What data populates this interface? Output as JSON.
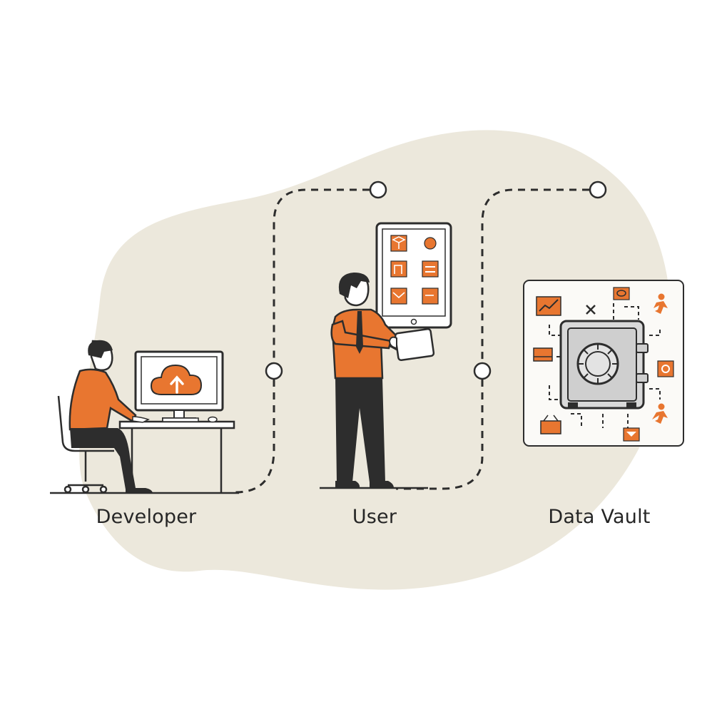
{
  "stages": [
    {
      "id": "developer",
      "label": "Developer"
    },
    {
      "id": "user",
      "label": "User"
    },
    {
      "id": "vault",
      "label": "Data Vault"
    }
  ],
  "icons": {
    "developer": [
      "cloud-upload-icon",
      "monitor-icon",
      "desk-icon",
      "chair-icon"
    ],
    "user": [
      "tablet-icon",
      "cube-icon",
      "fire-icon",
      "document-icon",
      "list-icon",
      "mail-icon",
      "chat-icon"
    ],
    "vault": [
      "safe-icon",
      "chart-icon",
      "cloud-icon",
      "runner-icon",
      "card-icon",
      "plug-icon",
      "basket-icon",
      "filter-icon"
    ]
  },
  "colors": {
    "accent": "#e87630",
    "blob": "#ece8dc",
    "line": "#2d2d2d"
  }
}
